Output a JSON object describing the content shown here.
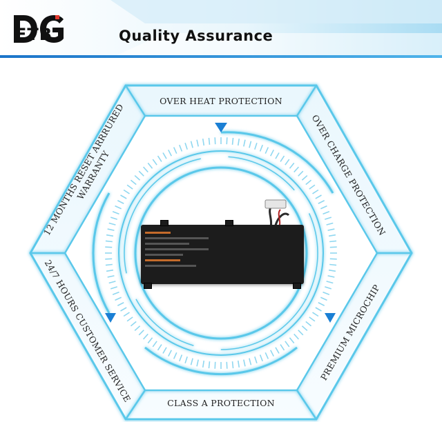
{
  "header": {
    "brand_mark": "DG",
    "brand_suffix": "FTB",
    "tagline": "Quality Assurance",
    "colors": {
      "primary_blue": "#1f8fd6",
      "light_blue": "#bfe6f7"
    }
  },
  "features": {
    "top": "OVER HEAT PROTECTION",
    "top_right": "OVER CHARGE PROTECTION",
    "bottom_right": "PREMIUM MICROCHIP",
    "bottom": "CLASS A PROTECTION",
    "bottom_left": "24/7 HOURS CUSTOMER SERVICE",
    "top_left_line1": "12 MONTHS RESET ARRRURED",
    "top_left_line2": "WARRANTY"
  },
  "center": {
    "product": "laptop-battery-image"
  },
  "accent": {
    "ring_color": "#5ac8ea",
    "arrow_color": "#1a7fd4"
  }
}
